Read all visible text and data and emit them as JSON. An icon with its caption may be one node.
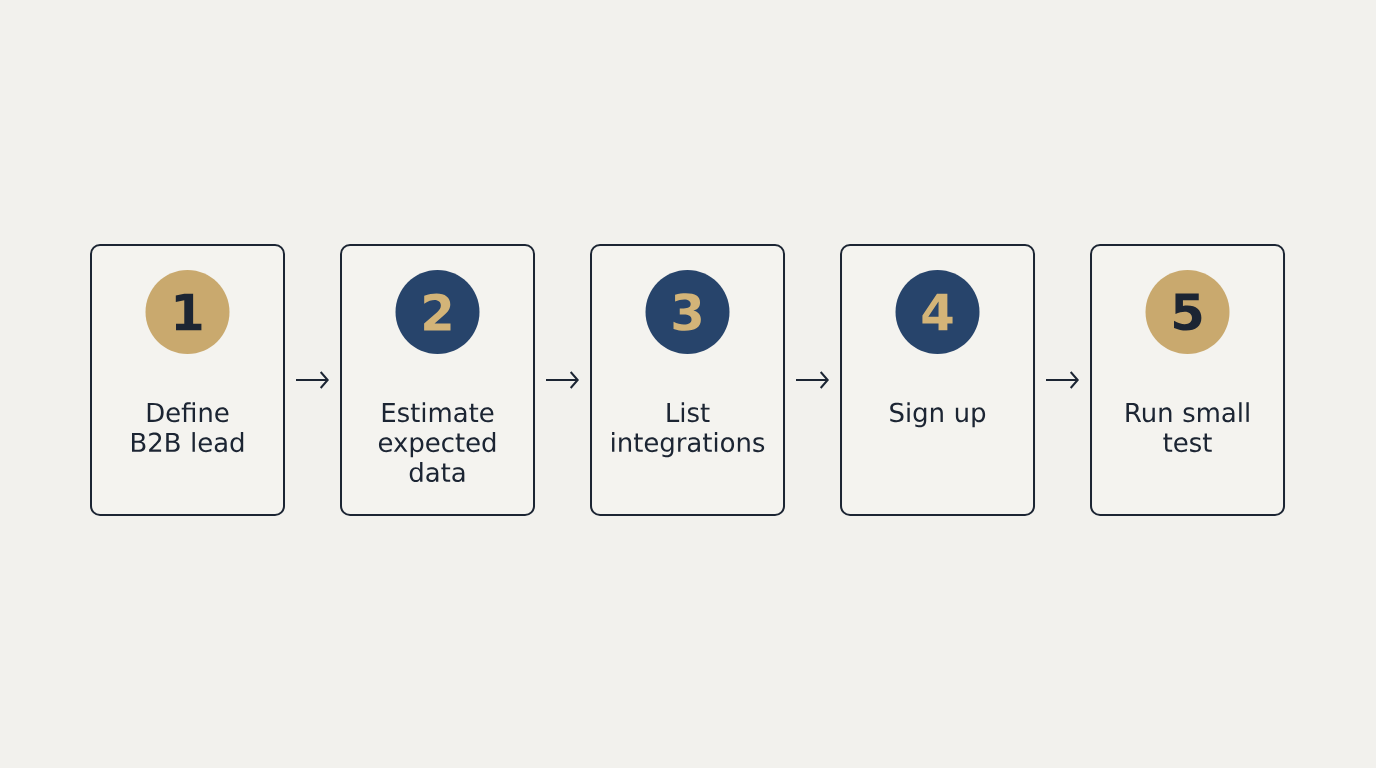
{
  "diagram": {
    "nodes": [
      {
        "text": [
          "Define B2B lead"
        ]
      },
      {
        "text": [
          "1"
        ],
        "in": 0
      },
      {
        "text": [
          "Estimate expected data"
        ]
      },
      {
        "text": [
          "2"
        ],
        "in": 2
      },
      {
        "text": [
          "List integrations"
        ]
      },
      {
        "text": [
          "3"
        ],
        "in": 4
      },
      {
        "text": [
          "Sign up"
        ]
      },
      {
        "text": [
          "4"
        ],
        "in": 6
      },
      {
        "text": [
          "Run small test"
        ]
      },
      {
        "text": [
          "5"
        ],
        "in": 8
      }
    ],
    "edges": [
      {
        "from": 0,
        "to": 2,
        "arrow": "to"
      },
      {
        "from": 2,
        "to": 4,
        "arrow": "to"
      },
      {
        "from": 4,
        "to": 6,
        "arrow": "to"
      },
      {
        "from": 6,
        "to": 8,
        "arrow": "to"
      }
    ]
  }
}
